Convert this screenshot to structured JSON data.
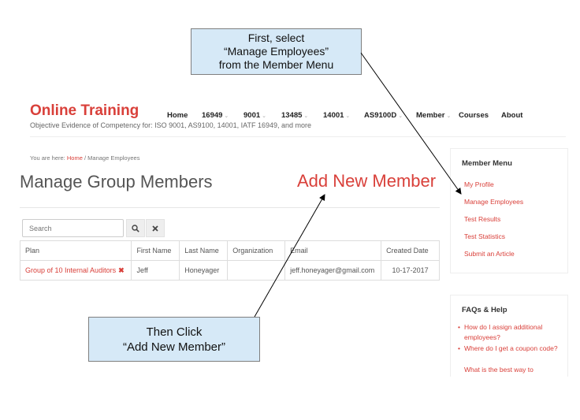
{
  "callouts": {
    "top": [
      "First, select",
      "“Manage Employees”",
      "from the Member Menu"
    ],
    "bottom": [
      "Then Click",
      "“Add New Member”"
    ]
  },
  "header": {
    "brand": "Online Training",
    "tagline": "Objective Evidence of Competency for: ISO 9001, AS9100, 14001, IATF 16949, and more",
    "nav": [
      {
        "label": "Home",
        "caret": false
      },
      {
        "label": "16949",
        "caret": true
      },
      {
        "label": "9001",
        "caret": true
      },
      {
        "label": "13485",
        "caret": true
      },
      {
        "label": "14001",
        "caret": true
      },
      {
        "label": "AS9100D",
        "caret": true
      },
      {
        "label": "Member",
        "caret": true
      },
      {
        "label": "Courses",
        "caret": false
      },
      {
        "label": "About",
        "caret": false
      }
    ]
  },
  "breadcrumb": {
    "prefix": "You are here:",
    "home": "Home",
    "separator": "/",
    "current": "Manage Employees"
  },
  "page": {
    "title": "Manage Group Members",
    "add_member": "Add New Member"
  },
  "search": {
    "placeholder": "Search",
    "search_icon": "magnifier-icon",
    "clear_icon": "x-icon"
  },
  "table": {
    "headers": [
      "Plan",
      "First Name",
      "Last Name",
      "Organization",
      "Email",
      "Created Date"
    ],
    "rows": [
      {
        "plan": "Group of 10 Internal Auditors",
        "first": "Jeff",
        "last": "Honeyager",
        "org": "",
        "email": "jeff.honeyager@gmail.com",
        "created": "10-17-2017"
      }
    ]
  },
  "member_menu": {
    "title": "Member Menu",
    "items": [
      "My Profile",
      "Manage Employees",
      "Test Results",
      "Test Statistics",
      "Submit an Article"
    ]
  },
  "faq": {
    "title": "FAQs & Help",
    "items": [
      "How do I assign additional employees?",
      "Where do I get a coupon code?",
      "What is the best way to"
    ]
  },
  "colors": {
    "accent": "#d9403a",
    "callout_bg": "#d6e9f7"
  }
}
